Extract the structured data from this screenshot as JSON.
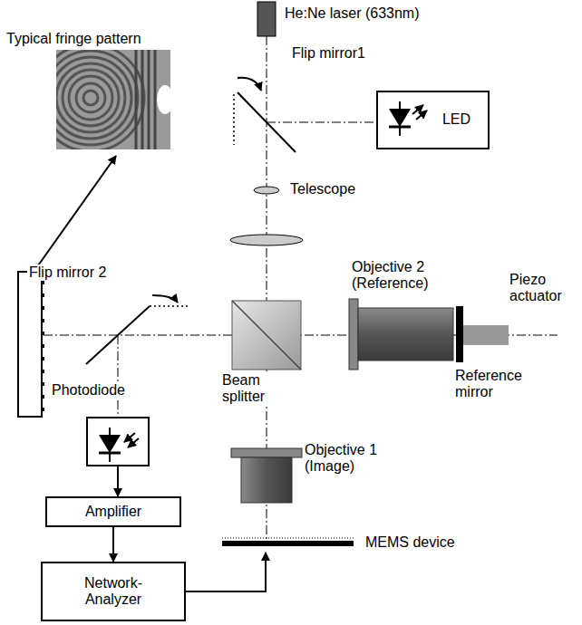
{
  "diagram": {
    "nodes": [
      {
        "text": [
          "LED"
        ]
      },
      {
        "text": [
          "Photodiode"
        ]
      },
      {
        "text": [
          "Amplifier"
        ]
      },
      {
        "text": [
          "Network-Analyzer"
        ]
      },
      {
        "text": [
          "MEMS device"
        ]
      }
    ],
    "edges": [
      {
        "from": 1,
        "to": 2,
        "arrow": "to"
      },
      {
        "from": 2,
        "to": 3,
        "arrow": "to"
      },
      {
        "from": 3,
        "to": 4,
        "arrow": "to"
      }
    ],
    "labels": [
      "He:Ne laser (633nm)",
      "Typical fringe pattern",
      "Flip mirror1",
      "Telescope",
      "Objective 2 (Reference)",
      "Piezo actuator",
      "Flip mirror 2",
      "Beam splitter",
      "Reference mirror",
      "Objective 1 (Image)"
    ]
  }
}
